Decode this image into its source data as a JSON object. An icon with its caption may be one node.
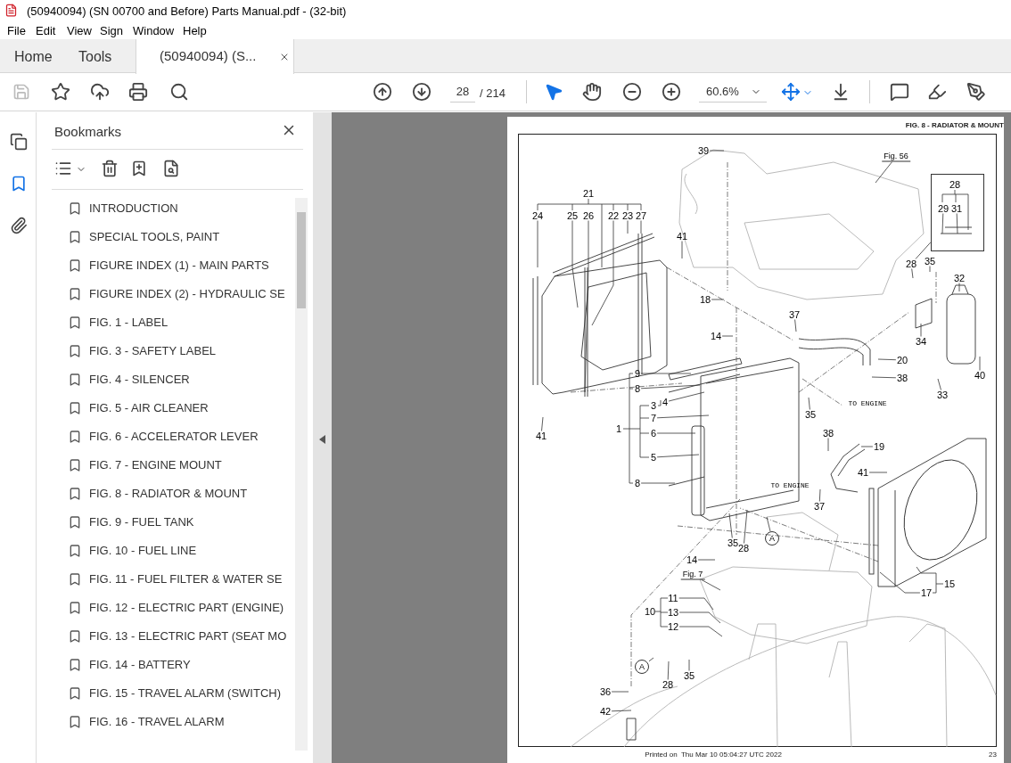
{
  "diagram": {
    "nodes": [
      {
        "text": [
          "39"
        ]
      },
      {
        "text": [
          "Fig. 56"
        ]
      },
      {
        "text": [],
        "shape": "box"
      },
      {
        "text": [
          "29"
        ],
        "in": 2
      },
      {
        "text": [
          "31"
        ],
        "in": 2
      },
      {
        "text": [
          "24"
        ]
      },
      {
        "text": [
          "25"
        ]
      },
      {
        "text": [
          "26"
        ]
      },
      {
        "text": [
          "22"
        ]
      },
      {
        "text": [
          "23"
        ]
      },
      {
        "text": [
          "27"
        ]
      },
      {
        "text": [
          "41"
        ]
      },
      {
        "text": [
          "18"
        ]
      },
      {
        "text": [
          "37"
        ]
      },
      {
        "text": [
          "14"
        ]
      },
      {
        "text": [
          "28"
        ]
      },
      {
        "text": [
          "35"
        ]
      },
      {
        "text": [
          "32"
        ]
      },
      {
        "text": [
          "34"
        ]
      },
      {
        "text": [
          "20"
        ]
      },
      {
        "text": [
          "38"
        ]
      },
      {
        "text": [
          "40"
        ]
      },
      {
        "text": [
          "33"
        ]
      },
      {
        "text": [
          "9"
        ]
      },
      {
        "text": [
          "8"
        ]
      },
      {
        "text": [
          "4"
        ]
      },
      {
        "text": [
          "7"
        ]
      },
      {
        "text": [
          "6"
        ]
      },
      {
        "text": [
          "5"
        ]
      },
      {
        "text": [
          "41"
        ]
      },
      {
        "text": [
          "35"
        ]
      },
      {
        "text": [
          "38"
        ]
      },
      {
        "text": [
          "19"
        ]
      },
      {
        "text": [
          "41"
        ]
      },
      {
        "text": [
          "8"
        ]
      },
      {
        "text": [
          "37"
        ]
      },
      {
        "text": [
          "35"
        ]
      },
      {
        "text": [
          "28"
        ]
      },
      {
        "text": [
          "A"
        ]
      },
      {
        "text": [
          "14"
        ]
      },
      {
        "text": [
          "Fig. 7"
        ]
      },
      {
        "text": [
          "17"
        ]
      },
      {
        "text": [
          "11"
        ]
      },
      {
        "text": [
          "13"
        ]
      },
      {
        "text": [
          "12"
        ]
      },
      {
        "text": [
          "A"
        ]
      },
      {
        "text": [
          "28"
        ]
      },
      {
        "text": [
          "35"
        ]
      },
      {
        "text": [
          "36"
        ]
      },
      {
        "text": [
          "42"
        ]
      }
    ],
    "edges": [
      {
        "from": 0,
        "to": null,
        "arrow": "none"
      },
      {
        "from": 1,
        "to": null,
        "arrow": "none"
      },
      {
        "from": 2,
        "to": 15,
        "arrow": "none"
      },
      {
        "from": 3,
        "to": null,
        "arrow": "none"
      },
      {
        "from": 4,
        "to": null,
        "arrow": "none"
      },
      {
        "from": 5,
        "to": null,
        "arrow": "none"
      },
      {
        "from": 6,
        "to": null,
        "arrow": "none"
      },
      {
        "from": 7,
        "to": null,
        "arrow": "none"
      },
      {
        "from": 8,
        "to": null,
        "arrow": "none"
      },
      {
        "from": 9,
        "to": null,
        "arrow": "none"
      },
      {
        "from": 10,
        "to": null,
        "arrow": "none"
      },
      {
        "from": 11,
        "to": null,
        "arrow": "none"
      },
      {
        "from": 12,
        "to": null,
        "arrow": "none"
      },
      {
        "from": 13,
        "to": null,
        "arrow": "none"
      },
      {
        "from": 14,
        "to": null,
        "arrow": "none"
      },
      {
        "from": 15,
        "to": null,
        "arrow": "none"
      },
      {
        "from": 16,
        "to": null,
        "arrow": "none"
      },
      {
        "from": 17,
        "to": null,
        "arrow": "none"
      },
      {
        "from": 18,
        "to": null,
        "arrow": "none"
      },
      {
        "from": 19,
        "to": null,
        "arrow": "none"
      },
      {
        "from": 20,
        "to": null,
        "arrow": "none"
      },
      {
        "from": 21,
        "to": null,
        "arrow": "none"
      },
      {
        "from": 22,
        "to": null,
        "arrow": "none"
      },
      {
        "from": 23,
        "to": null,
        "arrow": "none"
      },
      {
        "from": 24,
        "to": null,
        "arrow": "none"
      },
      {
        "from": 25,
        "to": null,
        "arrow": "none"
      },
      {
        "from": 26,
        "to": null,
        "arrow": "none"
      },
      {
        "from": 27,
        "to": null,
        "arrow": "none"
      },
      {
        "from": 28,
        "to": null,
        "arrow": "none"
      },
      {
        "from": 29,
        "to": null,
        "arrow": "none"
      },
      {
        "from": 30,
        "to": null,
        "arrow": "none"
      },
      {
        "from": 31,
        "to": null,
        "arrow": "none"
      },
      {
        "from": 32,
        "to": null,
        "arrow": "none"
      },
      {
        "from": 33,
        "to": null,
        "arrow": "none"
      },
      {
        "from": 34,
        "to": null,
        "arrow": "none"
      },
      {
        "from": 35,
        "to": null,
        "arrow": "none"
      },
      {
        "from": 36,
        "to": null,
        "arrow": "none"
      },
      {
        "from": 37,
        "to": null,
        "arrow": "none"
      },
      {
        "from": 38,
        "to": null,
        "arrow": "none"
      },
      {
        "from": 39,
        "to": null,
        "arrow": "none"
      },
      {
        "from": 40,
        "to": null,
        "arrow": "none"
      },
      {
        "from": 41,
        "to": null,
        "arrow": "none"
      },
      {
        "from": 42,
        "to": null,
        "arrow": "none"
      },
      {
        "from": 43,
        "to": null,
        "arrow": "none"
      },
      {
        "from": 44,
        "to": null,
        "arrow": "none"
      },
      {
        "from": 45,
        "to": null,
        "arrow": "none"
      },
      {
        "from": 46,
        "to": null,
        "arrow": "none"
      },
      {
        "from": 47,
        "to": null,
        "arrow": "none"
      },
      {
        "from": 48,
        "to": null,
        "arrow": "none"
      },
      {
        "from": 49,
        "to": null,
        "arrow": "none"
      }
    ],
    "labels": [
      "(50940094) (SN 00700 and Before) Parts Manual.pdf - (32-bit)",
      "File",
      "Edit",
      "View",
      "Sign",
      "Window",
      "Help",
      "Home",
      "Tools",
      "(50940094) (S...",
      "28",
      "/ 214",
      "60.6%",
      "Bookmarks",
      "INTRODUCTION",
      "SPECIAL TOOLS, PAINT",
      "FIGURE INDEX (1) - MAIN PARTS",
      "FIGURE INDEX (2) - HYDRAULIC SE",
      "FIG. 1 - LABEL",
      "FIG. 3 - SAFETY LABEL",
      "FIG. 4 - SILENCER",
      "FIG. 5 - AIR CLEANER",
      "FIG. 6 - ACCELERATOR LEVER",
      "FIG. 7 - ENGINE MOUNT",
      "FIG. 8 - RADIATOR & MOUNT",
      "FIG. 9 - FUEL TANK",
      "FIG. 10 - FUEL LINE",
      "FIG. 11 - FUEL FILTER & WATER SE",
      "FIG. 12 - ELECTRIC PART (ENGINE)",
      "FIG. 13 - ELECTRIC PART (SEAT MO",
      "FIG. 14 - BATTERY",
      "FIG. 15 - TRAVEL ALARM (SWITCH)",
      "FIG. 16 - TRAVEL ALARM",
      "FIG. 8 - RADIATOR & MOUNT",
      "21",
      "28",
      "1",
      "3",
      "10",
      "15",
      "TO ENGINE",
      "TO ENGINE",
      "Printed on  Thu Mar 10 05:04:27 UTC 2022",
      "23"
    ]
  }
}
